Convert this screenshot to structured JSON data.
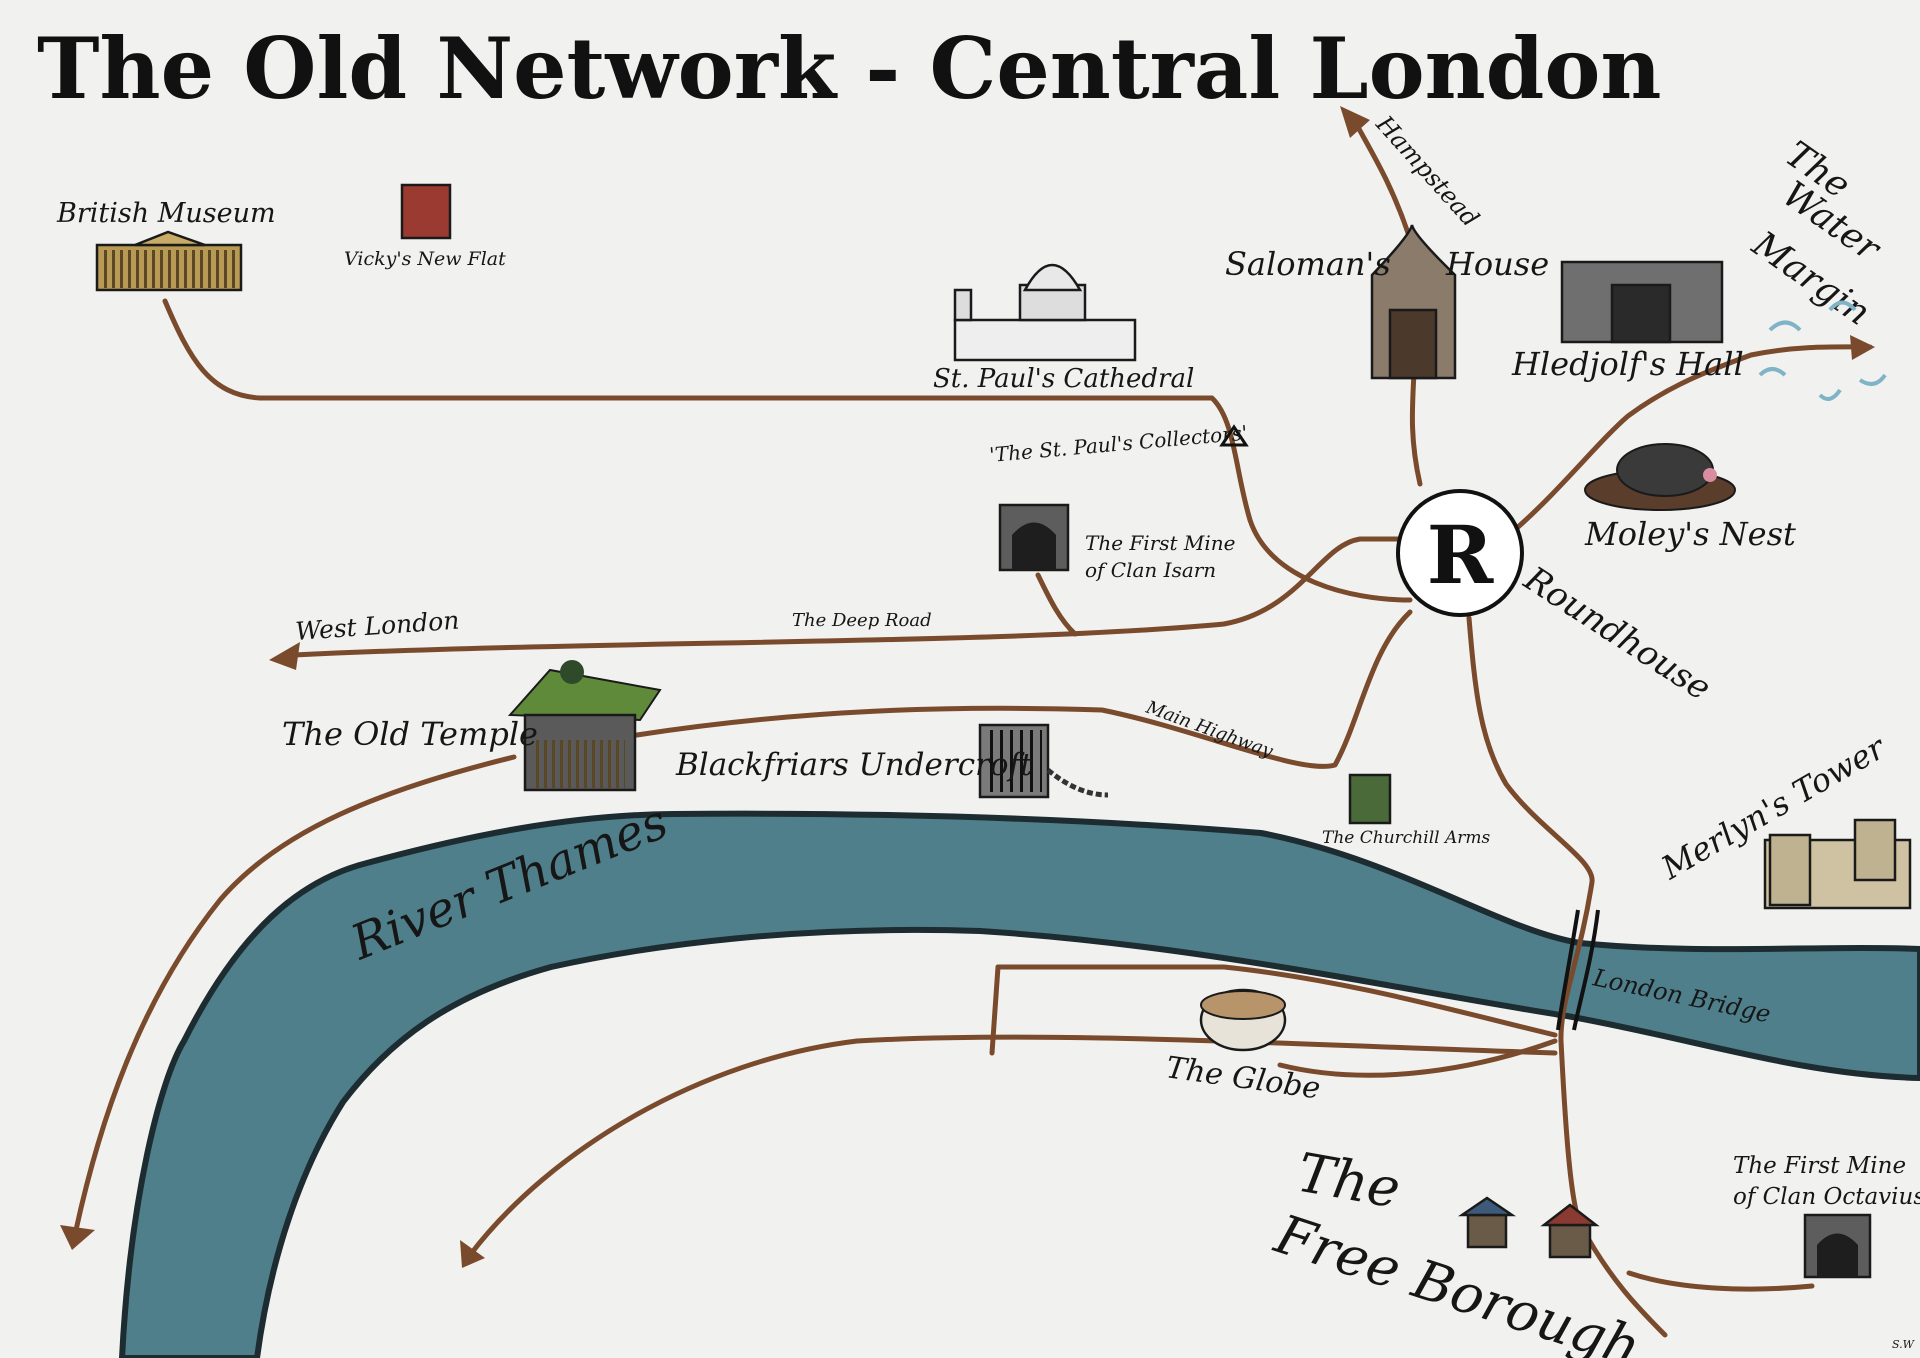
{
  "title": "The Old Network - Central London",
  "colors": {
    "parchment": "#f1f1f0",
    "route": "#7a4a2c",
    "river": "#4f7f8a",
    "river_edge": "#1d2c30",
    "ink": "#161616"
  },
  "river": {
    "label": "River Thames"
  },
  "hub": {
    "letter": "R",
    "label": "Roundhouse"
  },
  "locations": {
    "british_museum": "British Museum",
    "vickys_flat": "Vicky's New Flat",
    "st_pauls": "St. Paul's Cathedral",
    "collectors": "'The St. Paul's Collectors'",
    "salomans_house_1": "Saloman's",
    "salomans_house_2": "House",
    "hledjolfs_hall": "Hledjolf's Hall",
    "water_margin_1": "The",
    "water_margin_2": "Water",
    "water_margin_3": "Margin",
    "moleys_nest": "Moley's Nest",
    "first_mine_isarn_1": "The First Mine",
    "first_mine_isarn_2": "of Clan Isarn",
    "old_temple": "The Old Temple",
    "blackfriars": "Blackfriars Undercroft",
    "churchill_arms": "The Churchill Arms",
    "merlyns_tower": "Merlyn's Tower",
    "london_bridge": "London Bridge",
    "globe": "The Globe",
    "free_borough_1": "The",
    "free_borough_2": "Free Borough",
    "first_mine_octavius_1": "The First Mine",
    "first_mine_octavius_2": "of Clan Octavius"
  },
  "routes": {
    "hampstead": "Hampstead",
    "west_london": "West London",
    "deep_road": "The Deep Road",
    "main_highway": "Main Highway"
  },
  "signature": "S.W"
}
